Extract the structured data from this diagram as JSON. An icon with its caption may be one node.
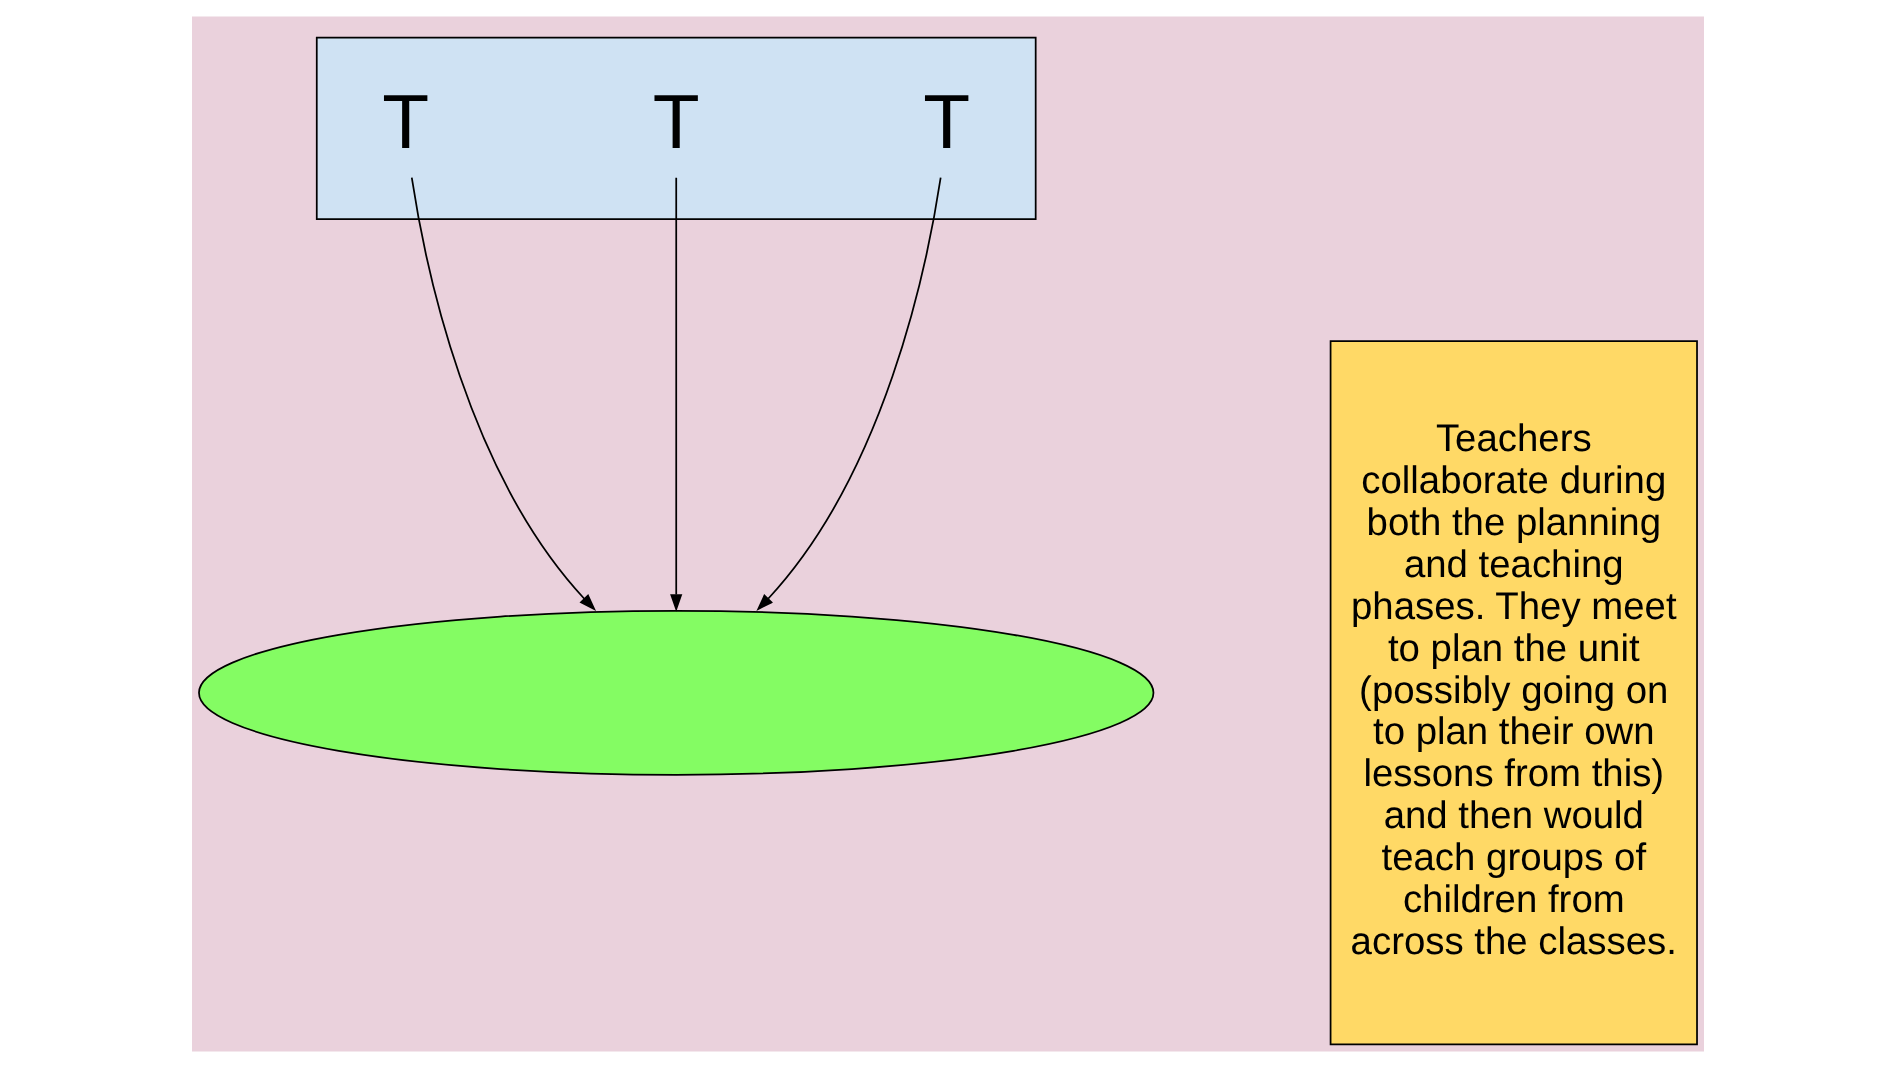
{
  "diagram": {
    "nodes": [
      {
        "text": [],
        "shape": "box"
      },
      {
        "text": [
          "T"
        ],
        "in": 0
      },
      {
        "text": [
          "T"
        ],
        "in": 0
      },
      {
        "text": [
          "T"
        ],
        "in": 0
      },
      {
        "text": [],
        "shape": "ellipse"
      },
      {
        "text": [
          "Teachers collaborate during both the planning and teaching phases. They meet to plan the unit (possibly going on to plan their own lessons from this) and then would teach groups of children from across the classes."
        ]
      }
    ],
    "edges": [
      {
        "from": 1,
        "to": 4,
        "arrow": "to"
      },
      {
        "from": 2,
        "to": 4,
        "arrow": "to"
      },
      {
        "from": 3,
        "to": 4,
        "arrow": "to"
      }
    ]
  }
}
